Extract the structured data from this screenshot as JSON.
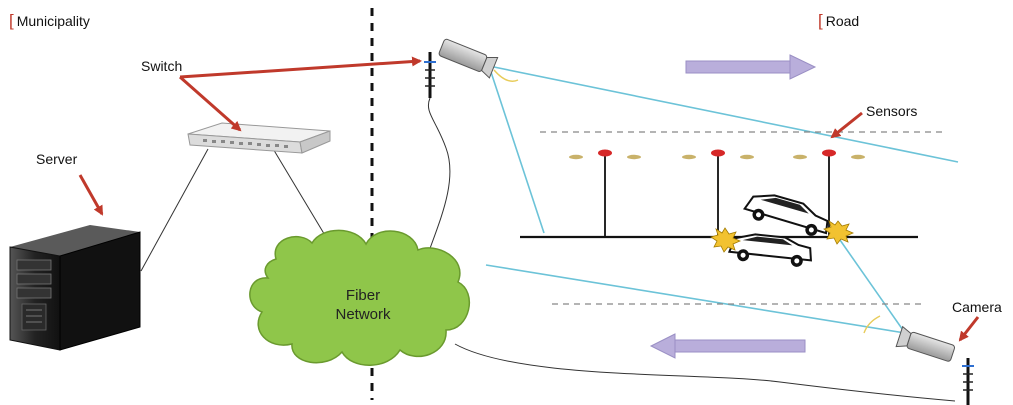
{
  "zones": {
    "left": "Municipality",
    "right": "Road"
  },
  "labels": {
    "switch": "Switch",
    "server": "Server",
    "sensors": "Sensors",
    "camera": "Camera",
    "cloud_line1": "Fiber",
    "cloud_line2": "Network"
  },
  "icons": [
    "server-icon",
    "switch-icon",
    "cloud-icon",
    "camera-icon",
    "antenna-icon",
    "car-icon",
    "collision-icon",
    "sensor-pole-icon",
    "arrow-right-icon",
    "arrow-left-icon"
  ],
  "colors": {
    "pointer_arrow": "#c0392b",
    "camera_view": "#6cc3d8",
    "cloud_fill": "#8fc64a",
    "traffic_arrow": "#b9aedb",
    "sensor_dot": "#d62828"
  }
}
